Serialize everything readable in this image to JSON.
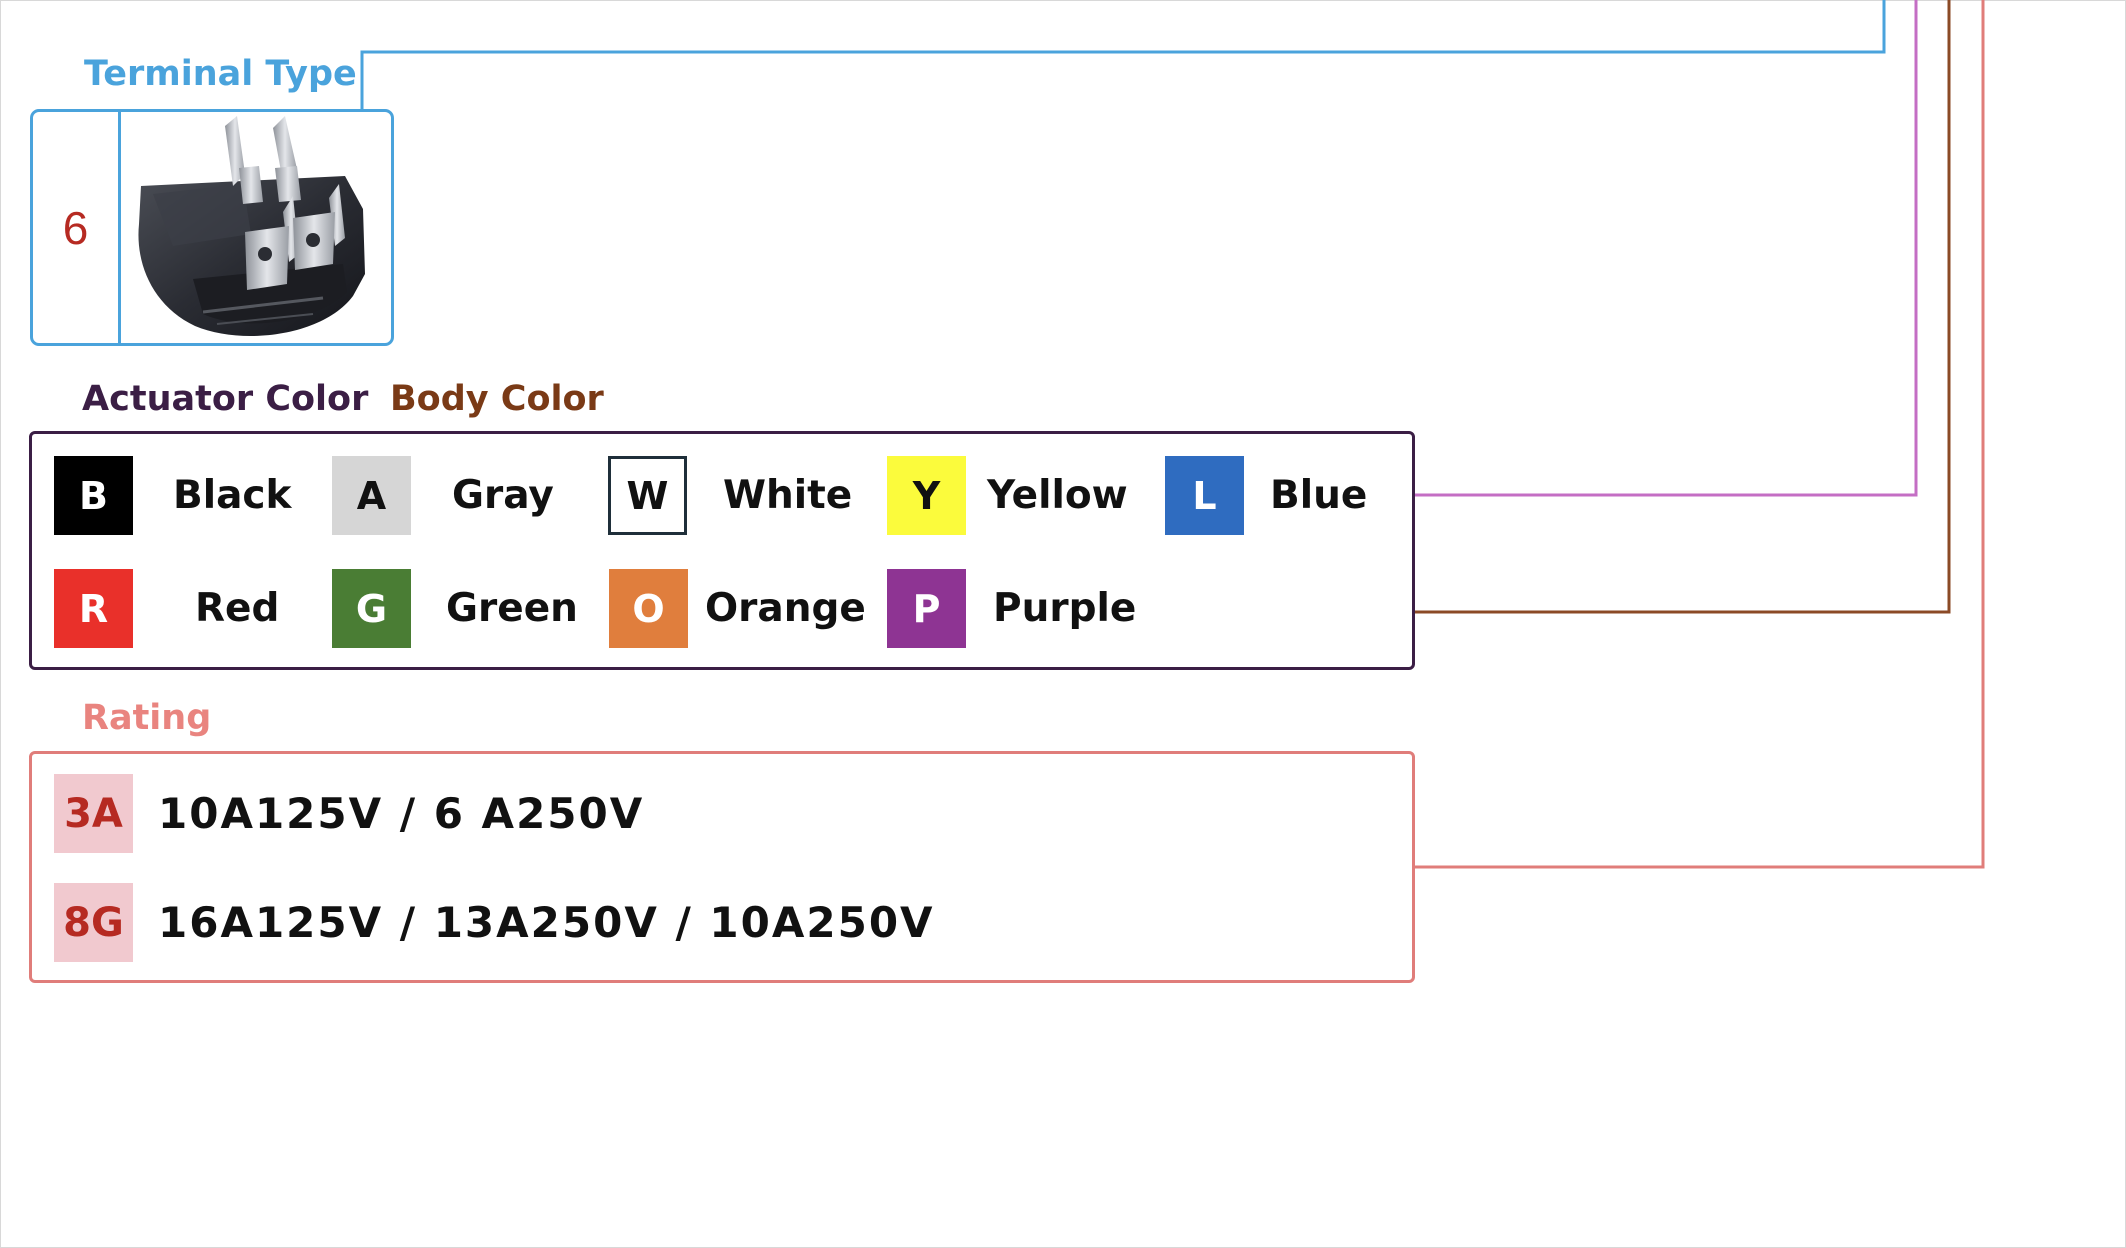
{
  "terminal_type": {
    "heading": "Terminal Type",
    "code": "6",
    "heading_color": "#4aa3dc"
  },
  "colors": {
    "actuator_heading": "Actuator Color",
    "body_heading": "Body Color",
    "actuator_heading_color": "#3b1e45",
    "body_heading_color": "#7a3a16",
    "items": [
      {
        "code": "B",
        "name": "Black",
        "bg": "#000000",
        "fg": "#ffffff",
        "outlined": false
      },
      {
        "code": "A",
        "name": "Gray",
        "bg": "#d6d6d6",
        "fg": "#111111",
        "outlined": false
      },
      {
        "code": "W",
        "name": "White",
        "bg": "#ffffff",
        "fg": "#111111",
        "outlined": true
      },
      {
        "code": "Y",
        "name": "Yellow",
        "bg": "#fbfb3c",
        "fg": "#111111",
        "outlined": false
      },
      {
        "code": "L",
        "name": "Blue",
        "bg": "#2f6cc0",
        "fg": "#ffffff",
        "outlined": false
      },
      {
        "code": "R",
        "name": "Red",
        "bg": "#e9302a",
        "fg": "#ffffff",
        "outlined": false
      },
      {
        "code": "G",
        "name": "Green",
        "bg": "#4a7d34",
        "fg": "#ffffff",
        "outlined": false
      },
      {
        "code": "O",
        "name": "Orange",
        "bg": "#e07e3d",
        "fg": "#ffffff",
        "outlined": false
      },
      {
        "code": "P",
        "name": "Purple",
        "bg": "#8e3493",
        "fg": "#ffffff",
        "outlined": false
      }
    ]
  },
  "rating": {
    "heading": "Rating",
    "heading_color": "#e9847f",
    "items": [
      {
        "code": "3A",
        "text": "10A125V / 6 A250V"
      },
      {
        "code": "8G",
        "text": "16A125V / 13A250V / 10A250V"
      }
    ]
  },
  "connector_colors": {
    "terminal": "#4aa3dc",
    "actuator": "#c46ec4",
    "body": "#8b4a26",
    "rating": "#e07d7a"
  }
}
